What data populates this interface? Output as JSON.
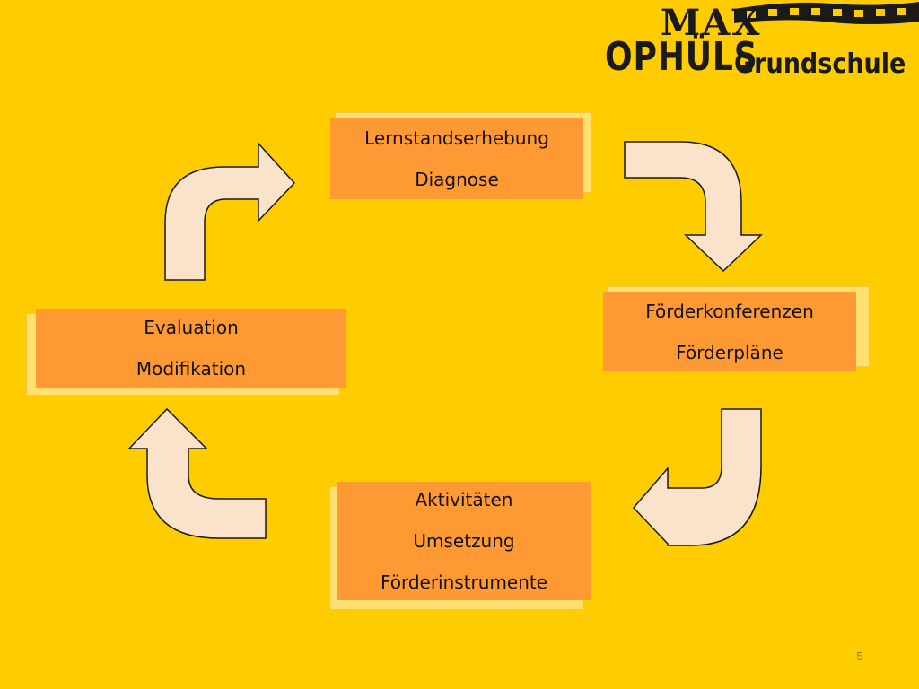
{
  "logo": {
    "line1": "MAX",
    "line2": "OPHÜLS",
    "line3": "Grundschule"
  },
  "cycle": {
    "steps": [
      {
        "lines": [
          "Lernstandserhebung",
          "Diagnose"
        ]
      },
      {
        "lines": [
          "Förderkonferenzen",
          "Förderpläne"
        ]
      },
      {
        "lines": [
          "Aktivitäten",
          "Umsetzung",
          "Förderinstrumente"
        ]
      },
      {
        "lines": [
          "Evaluation",
          "Modifikation"
        ]
      }
    ],
    "arrow_direction": "clockwise"
  },
  "colors": {
    "background": "#FFCC00",
    "box_fill": "#FF9933",
    "box_shadow": "#FFE070",
    "arrow_fill": "#FBE3CB",
    "arrow_stroke": "#1a1a1a"
  },
  "page_number": "5"
}
